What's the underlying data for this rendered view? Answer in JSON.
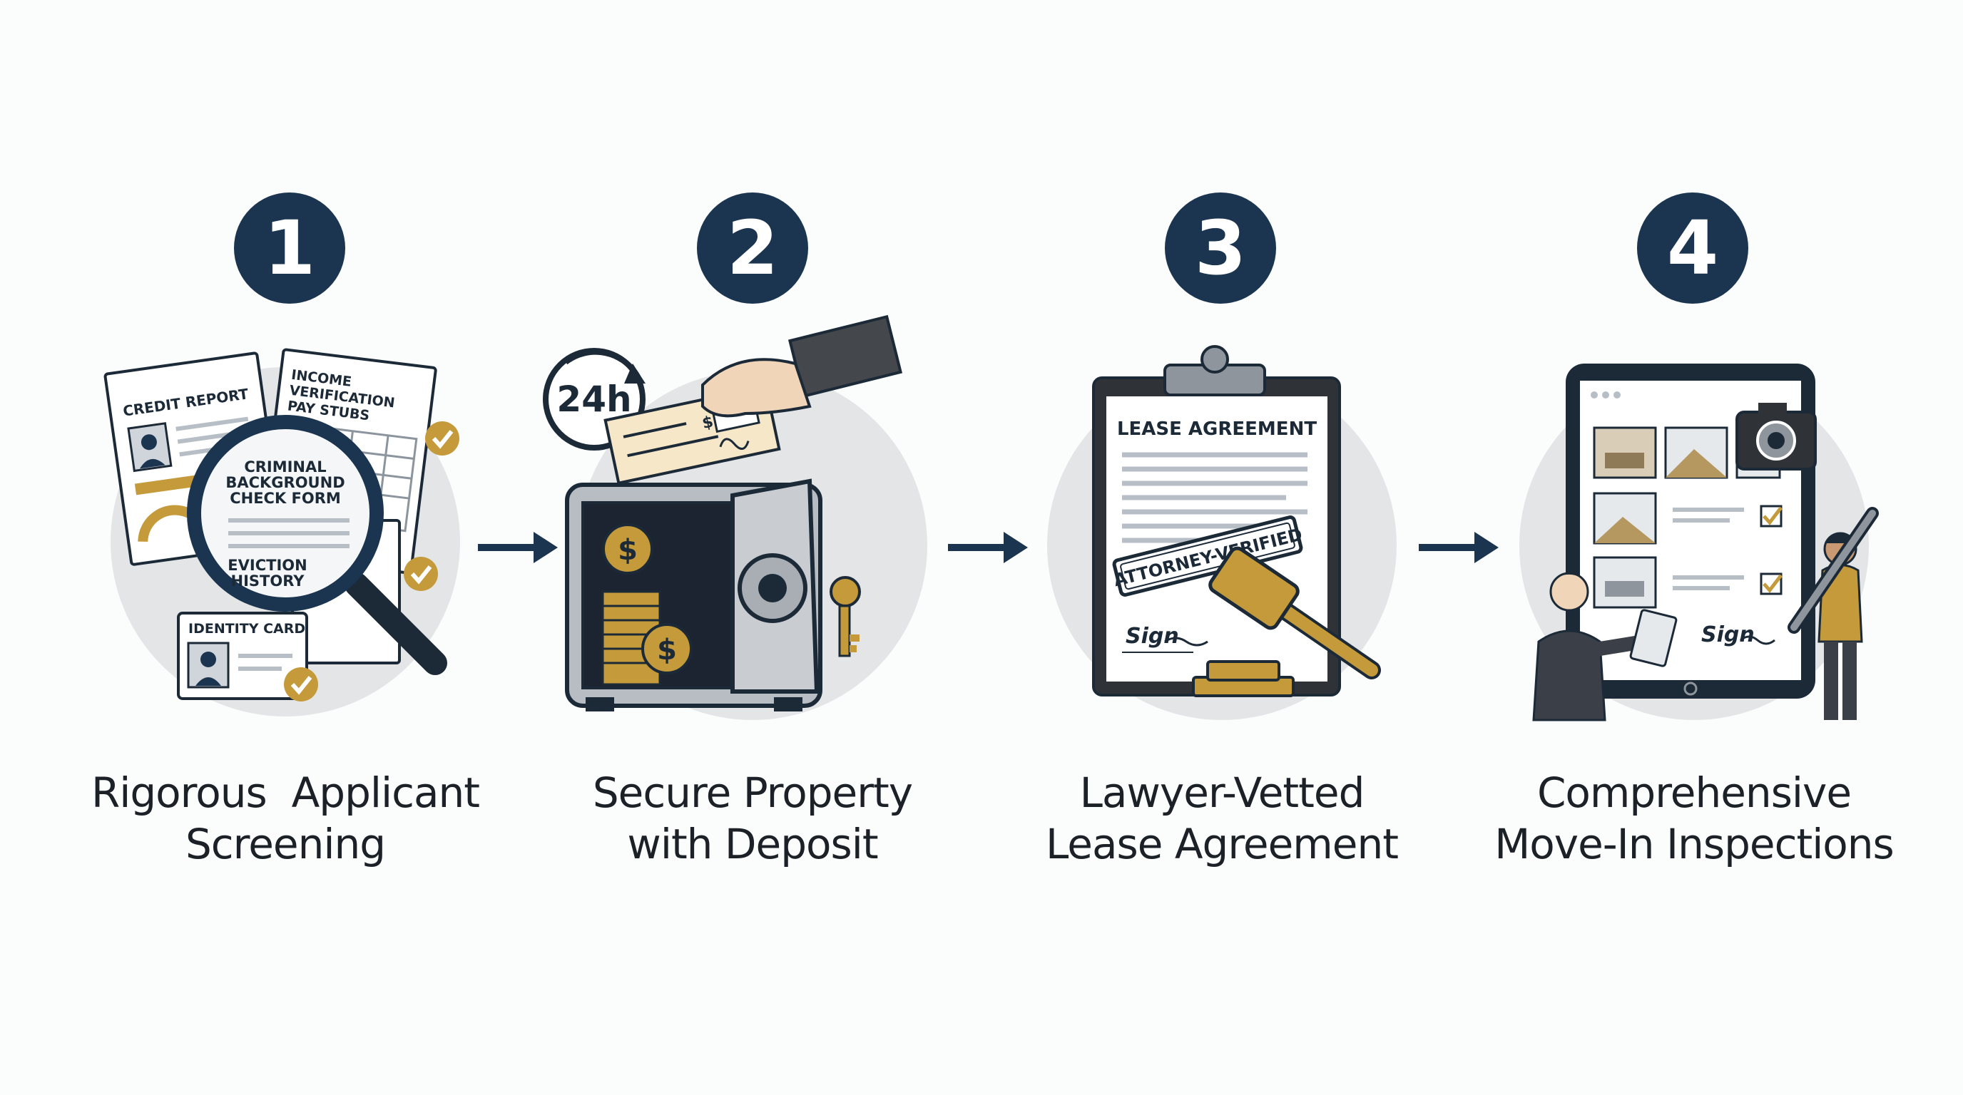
{
  "colors": {
    "navy": "#1b3550",
    "gold": "#c49a3a",
    "circle_bg": "#e3e5e7",
    "text": "#1c2127"
  },
  "steps": [
    {
      "number": "1",
      "title_line1": "Rigorous  Applicant",
      "title_line2": "Screening",
      "illustration": {
        "icons": [
          "document-icon",
          "magnifying-glass-icon",
          "checkmark-icon",
          "id-card-icon"
        ],
        "credit_report": "CREDIT REPORT",
        "income_line1": "INCOME",
        "income_line2": "VERIFICATION",
        "income_line3": "PAY STUBS",
        "criminal_line1": "CRIMINAL",
        "criminal_line2": "BACKGROUND",
        "criminal_line3": "CHECK FORM",
        "eviction_line1": "EVICTION",
        "eviction_line2": "HISTORY",
        "identity_card": "IDENTITY CARD"
      }
    },
    {
      "number": "2",
      "title_line1": "Secure Property",
      "title_line2": "with Deposit",
      "illustration": {
        "icons": [
          "clock-icon",
          "check-payment-icon",
          "safe-icon",
          "coin-icon",
          "key-icon"
        ],
        "timer": "24h",
        "check_amount_symbol": "$",
        "coin_symbol": "$"
      }
    },
    {
      "number": "3",
      "title_line1": "Lawyer-Vetted",
      "title_line2": "Lease Agreement",
      "illustration": {
        "icons": [
          "clipboard-icon",
          "stamp-icon",
          "gavel-icon"
        ],
        "document_title": "LEASE AGREEMENT",
        "stamp": "ATTORNEY-VERIFIED",
        "signature": "Sign"
      }
    },
    {
      "number": "4",
      "title_line1": "Comprehensive",
      "title_line2": "Move-In Inspections",
      "illustration": {
        "icons": [
          "tablet-icon",
          "camera-icon",
          "photo-thumbnail-icon",
          "checkbox-icon",
          "person-icon",
          "pen-icon"
        ],
        "signature": "Sign"
      }
    }
  ],
  "arrows": [
    "arrow-right-icon",
    "arrow-right-icon",
    "arrow-right-icon"
  ]
}
